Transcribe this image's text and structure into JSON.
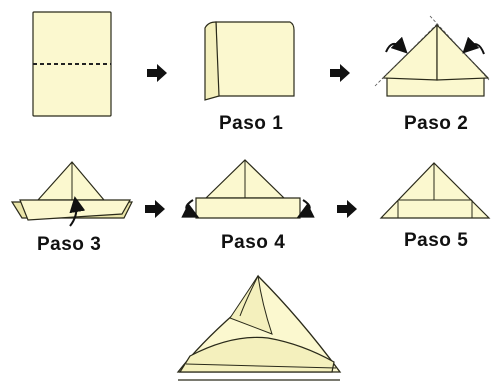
{
  "steps": [
    {
      "label": ""
    },
    {
      "label": "Paso 1"
    },
    {
      "label": "Paso 2"
    },
    {
      "label": "Paso 3"
    },
    {
      "label": "Paso 4"
    },
    {
      "label": "Paso 5"
    },
    {
      "label": ""
    }
  ],
  "colors": {
    "paper": "#fbf8cf",
    "paper_shade": "#e9e4a8",
    "outline": "#2a2a1a",
    "arrow": "#111111",
    "fold_line": "#222222"
  },
  "icons": [
    "right-arrow-icon",
    "fold-arrow-icon"
  ]
}
